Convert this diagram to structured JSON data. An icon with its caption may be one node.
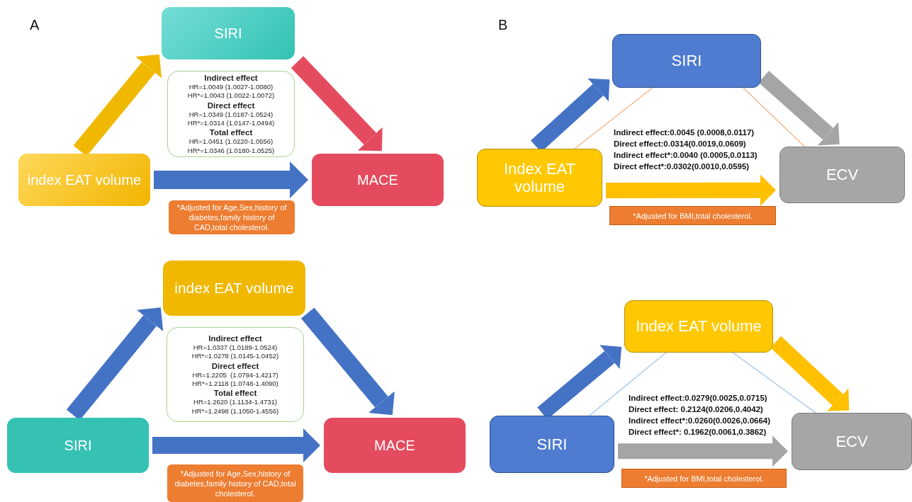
{
  "diagram": {
    "nodes": [
      {
        "text": [
          "SIRI"
        ]
      },
      {
        "text": [
          "Indirect effect",
          "HR=1.0049 (1.0027-1.0080)",
          "HR*=1.0043 (1.0022-1.0072)",
          "Direct effect",
          "HR=1.0349 (1.0187-1.0524)",
          "HR*=1.0314 (1.0147-1.0494)",
          "Total effect",
          "HR=1.0451 (1.0220-1.0556)",
          "HR*=1.0346 (1.0180-1.0525)"
        ]
      },
      {
        "text": [
          "index EAT volume"
        ]
      },
      {
        "text": [
          "MACE"
        ]
      },
      {
        "text": [
          "*Adjusted for Age,Sex,history of diabetes,family history of CAD,total cholesterol."
        ]
      },
      {
        "text": [
          "SIRI"
        ]
      },
      {
        "text": [
          "Index EAT volume"
        ]
      },
      {
        "text": [
          "ECV"
        ]
      },
      {
        "text": [
          "*Adjusted for BMI,total cholesterol."
        ]
      },
      {
        "text": [
          "index EAT volume"
        ]
      },
      {
        "text": [
          "Indirect effect",
          "HR=1.0337 (1.0189-1.0524)",
          "HR*=1.0278 (1.0145-1.0452)",
          "Direct effect",
          "HR=1.2205  (1.0794-1.4217)",
          "HR*=1.2118 (1.0748-1.4090)",
          "Total effect",
          "HR=1.2620 (1.1134-1.4731)",
          "HR*=1.2498 (1.1050-1.4556)"
        ]
      },
      {
        "text": [
          "SIRI"
        ]
      },
      {
        "text": [
          "MACE"
        ]
      },
      {
        "text": [
          "*Adjusted for Age,Sex,history of diabetes,family history of CAD,total cholesterol."
        ]
      },
      {
        "text": [
          "Index EAT volume"
        ]
      },
      {
        "text": [
          "SIRI"
        ]
      },
      {
        "text": [
          "ECV"
        ]
      },
      {
        "text": [
          "*Adjusted for BMI,total cholesterol."
        ]
      }
    ],
    "edges": [
      {
        "from": 2,
        "to": 0,
        "arrow": "to",
        "color": "#f0b800"
      },
      {
        "from": 0,
        "to": 3,
        "arrow": "to",
        "color": "#e54b5e"
      },
      {
        "from": 2,
        "to": 3,
        "arrow": "to",
        "color": "#4472c4"
      },
      {
        "from": 6,
        "to": 5,
        "arrow": "to",
        "color": "#4472c4"
      },
      {
        "from": 5,
        "to": 7,
        "arrow": "to",
        "color": "#a5a5a5"
      },
      {
        "from": 6,
        "to": 7,
        "arrow": "to",
        "color": "#ffc000"
      },
      {
        "from": 6,
        "to": 5,
        "arrow": "none",
        "color": "#f4b183"
      },
      {
        "from": 5,
        "to": 7,
        "arrow": "none",
        "color": "#f4b183"
      },
      {
        "from": 11,
        "to": 9,
        "arrow": "to",
        "color": "#4472c4"
      },
      {
        "from": 9,
        "to": 12,
        "arrow": "to",
        "color": "#4472c4"
      },
      {
        "from": 11,
        "to": 12,
        "arrow": "to",
        "color": "#4472c4"
      },
      {
        "from": 15,
        "to": 14,
        "arrow": "to",
        "color": "#4472c4"
      },
      {
        "from": 14,
        "to": 16,
        "arrow": "to",
        "color": "#ffc000"
      },
      {
        "from": 15,
        "to": 16,
        "arrow": "to",
        "color": "#a5a5a5"
      },
      {
        "from": 14,
        "to": 15,
        "arrow": "none",
        "color": "#9dc3e6"
      },
      {
        "from": 14,
        "to": 16,
        "arrow": "none",
        "color": "#9dc3e6"
      }
    ],
    "labels": [
      "A",
      "B",
      "Indirect effect:0.0045 (0.0008,0.0117)",
      "Direct effect:0.0314(0.0019,0.0609)",
      "Indirect effect*:0.0040 (0.0005,0.0113)",
      "Direct effect*:0.0302(0.0010,0.0595)",
      "Indirect effect:0.0279(0.0025,0.0715)",
      "Direct effect: 0.2124(0.0206,0.4042)",
      "Indirect effect*:0.0260(0.0026,0.0664)",
      "Direct effect*: 0.1962(0.0061,0.3862)"
    ]
  }
}
